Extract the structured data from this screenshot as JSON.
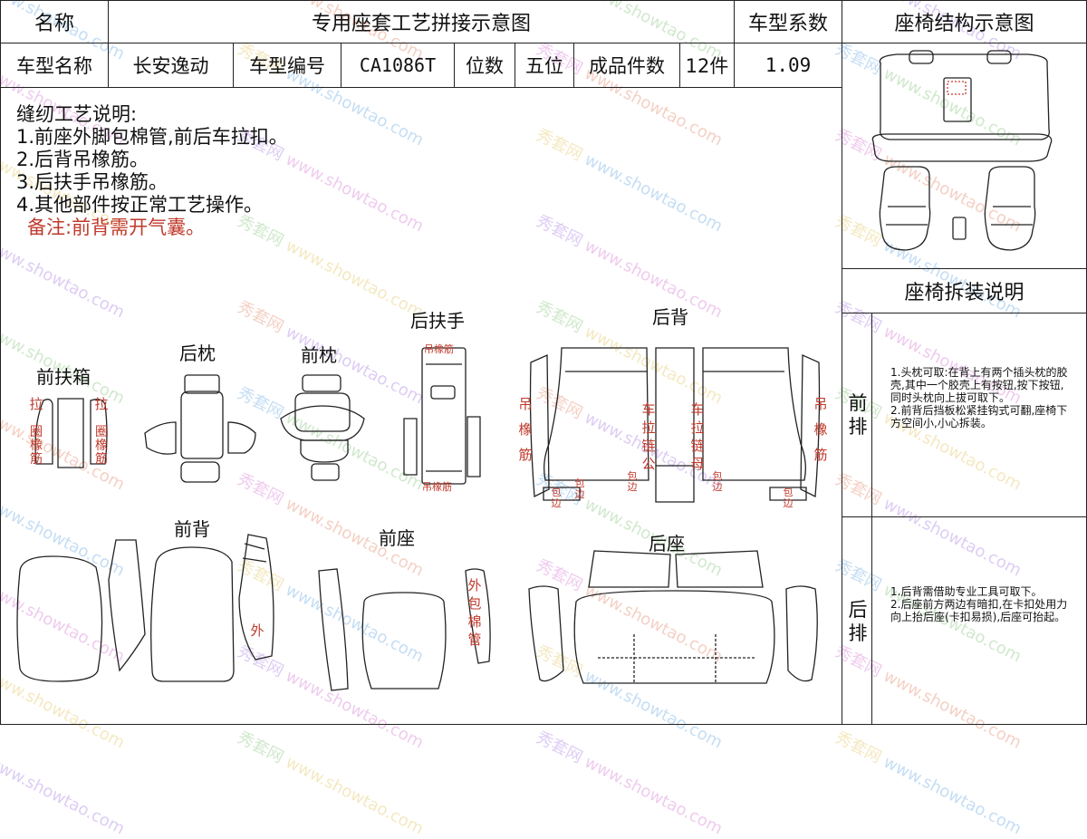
{
  "header": {
    "name_label": "名称",
    "diagram_title": "专用座套工艺拼接示意图",
    "coef_label": "车型系数",
    "structure_title": "座椅结构示意图"
  },
  "info_row": {
    "car_name_label": "车型名称",
    "car_name": "长安逸动",
    "car_code_label": "车型编号",
    "car_code": "CA1086T",
    "seats_label": "位数",
    "seats": "五位",
    "pieces_label": "成品件数",
    "pieces": "12件",
    "coef": "1.09"
  },
  "notes": {
    "title": "缝纫工艺说明:",
    "items": [
      "1.前座外脚包棉管,前后车拉扣。",
      "2.后背吊橡筋。",
      "3.后扶手吊橡筋。",
      "4.其他部件按正常工艺操作。"
    ],
    "remark": "备注:前背需开气囊。"
  },
  "parts": {
    "front_armrest_box": "前扶箱",
    "rear_headrest": "后枕",
    "front_headrest": "前枕",
    "rear_armrest": "后扶手",
    "rear_back": "后背",
    "front_back": "前背",
    "front_seat": "前座",
    "rear_seat": "后座"
  },
  "annotations": {
    "pull_left": "拉",
    "pull_right": "拉",
    "ring_elastic_left": "圈橡筋",
    "ring_elastic_right": "圈橡筋",
    "hang_elastic_top": "吊橡筋",
    "hang_elastic_bottom": "吊橡筋",
    "hang_elastic_left": "吊橡筋",
    "hang_elastic_right": "吊橡筋",
    "zipper_left": "车拉链公",
    "zipper_right": "车拉链母",
    "edge_a": "包边",
    "edge_b": "包边",
    "edge_c": "包边",
    "edge_d": "包边",
    "edge_e": "包边",
    "outer": "外",
    "outer_cotton_tube": "外包棉管"
  },
  "disassembly": {
    "title": "座椅拆装说明",
    "front_row_label": "前排",
    "front_row_text": "1.头枕可取:在背上有两个插头枕的胶壳,其中一个胶壳上有按钮,按下按钮,同时头枕向上拔可取下。\n2.前背后挡板松紧挂钩式可翻,座椅下方空间小,小心拆装。",
    "rear_row_label": "后排",
    "rear_row_text": "1.后背需借助专业工具可取下。\n2.后座前方两边有暗扣,在卡扣处用力向上抬后座(卡扣易损),后座可抬起。"
  },
  "watermark": {
    "brand": "秀套网",
    "url": "www.showtao.com"
  },
  "colors": {
    "annotation_red": "#c0392b",
    "border": "#222222"
  }
}
